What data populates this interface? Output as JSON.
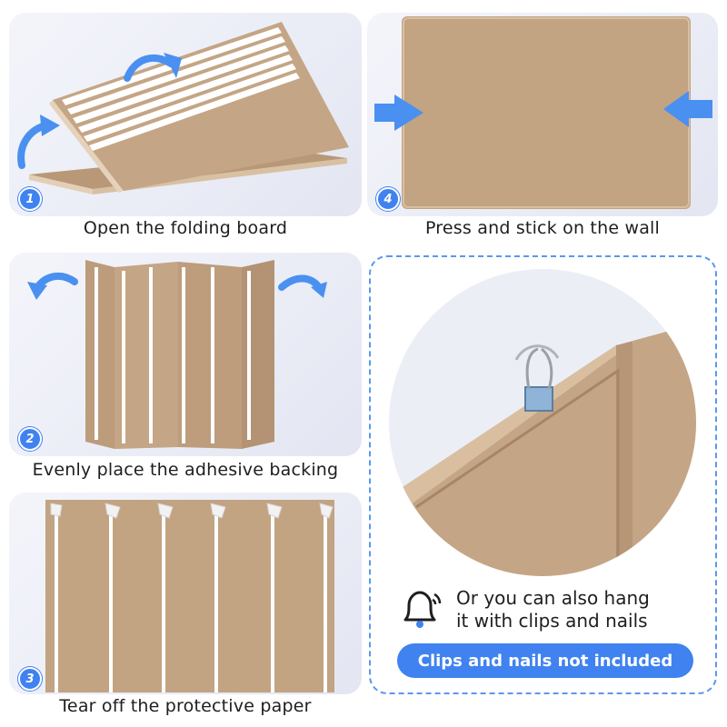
{
  "steps": [
    {
      "number": "1",
      "caption": "Open the folding board"
    },
    {
      "number": "2",
      "caption": "Evenly place the adhesive backing"
    },
    {
      "number": "3",
      "caption": "Tear off the protective paper"
    },
    {
      "number": "4",
      "caption": "Press and stick on the wall"
    }
  ],
  "hanging": {
    "line1": "Or you can also hang",
    "line2": "it with clips and nails",
    "notice": "Clips and nails not included"
  },
  "icons": [
    "curved-arrow-icon",
    "push-arrow-icon",
    "bell-icon"
  ],
  "colors": {
    "accent": "#3f82f0",
    "board": "#c2a382",
    "board_edge": "#e3cfb6",
    "strip": "#ffffff",
    "panel_bg": "#eceef6"
  }
}
